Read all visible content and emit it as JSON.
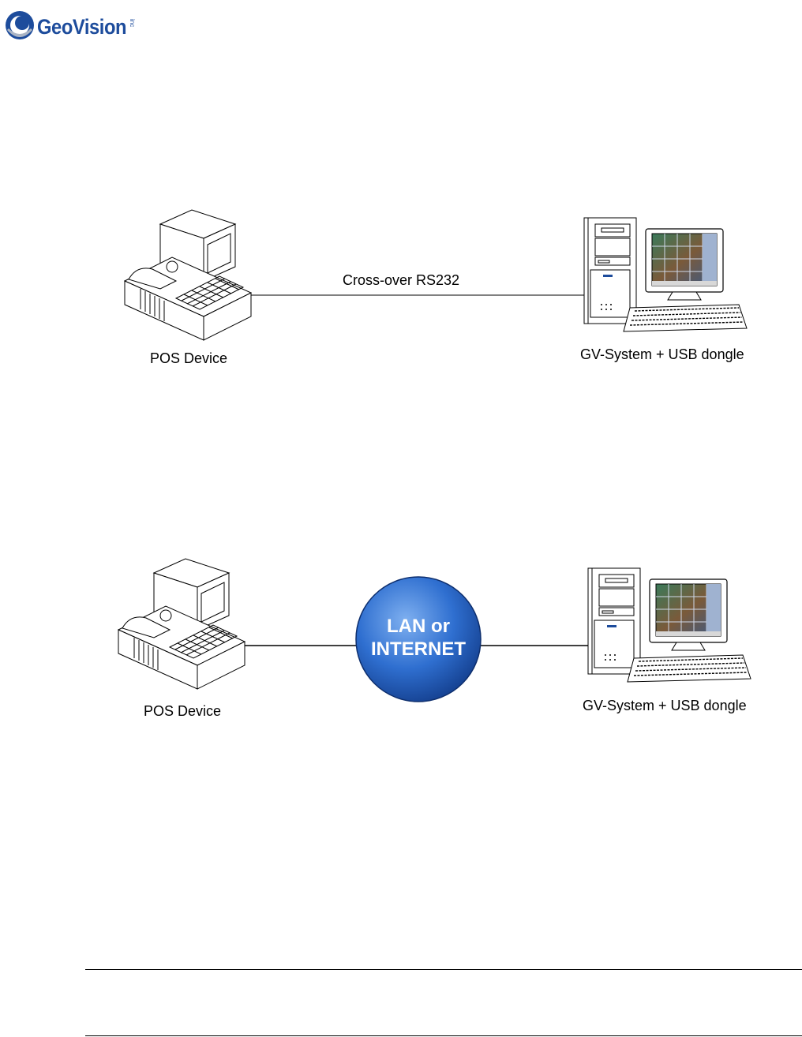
{
  "header": {
    "logo_text": "GeoVision",
    "logo_inc": "inc"
  },
  "diagram_serial": {
    "link_label": "Cross-over RS232",
    "left_device_label": "POS Device",
    "right_device_label": "GV-System + USB dongle"
  },
  "diagram_network": {
    "cloud_line1": "LAN or",
    "cloud_line2": "INTERNET",
    "left_device_label": "POS Device",
    "right_device_label": "GV-System + USB dongle"
  },
  "icons": {
    "logo": "geovision-logo-icon",
    "pos": "pos-terminal-icon",
    "pc": "desktop-computer-icon",
    "network": "network-cloud-icon"
  },
  "colors": {
    "brand": "#1d4c9c",
    "cloud_fill": "#2f6fd0",
    "line": "#000000"
  }
}
